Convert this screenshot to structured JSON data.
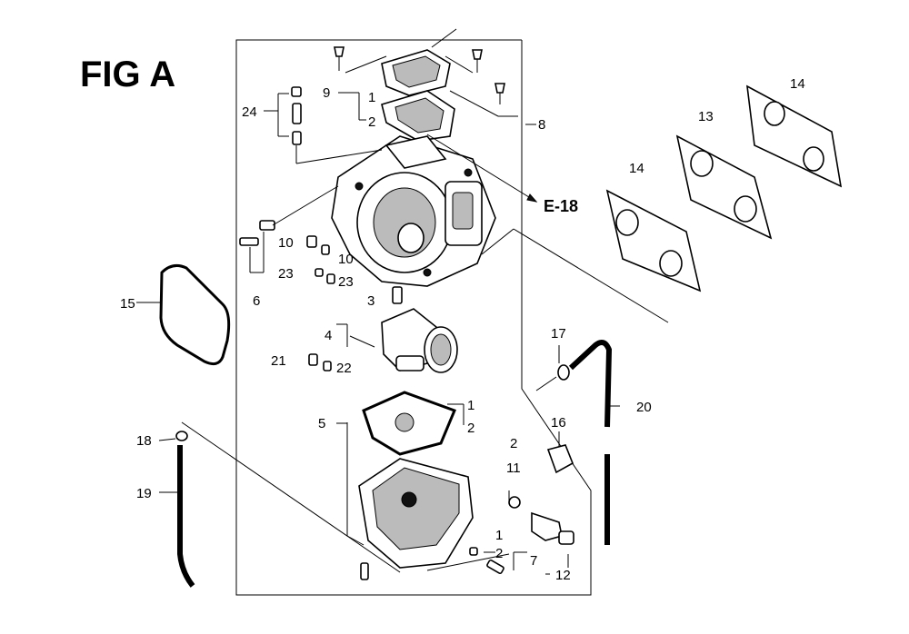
{
  "figure_title": "FIG A",
  "reference": "E-18",
  "callouts": {
    "c1a": "1",
    "c1b": "1",
    "c1c": "1",
    "c2a": "2",
    "c2b": "2",
    "c2c": "2",
    "c2d": "2",
    "c3": "3",
    "c4": "4",
    "c5": "5",
    "c6": "6",
    "c7": "7",
    "c8": "8",
    "c9": "9",
    "c10a": "10",
    "c10b": "10",
    "c11": "11",
    "c12": "12",
    "c13": "13",
    "c14a": "14",
    "c14b": "14",
    "c15": "15",
    "c16": "16",
    "c17": "17",
    "c18": "18",
    "c19": "19",
    "c20": "20",
    "c21": "21",
    "c22": "22",
    "c23a": "23",
    "c23b": "23",
    "c24": "24"
  }
}
